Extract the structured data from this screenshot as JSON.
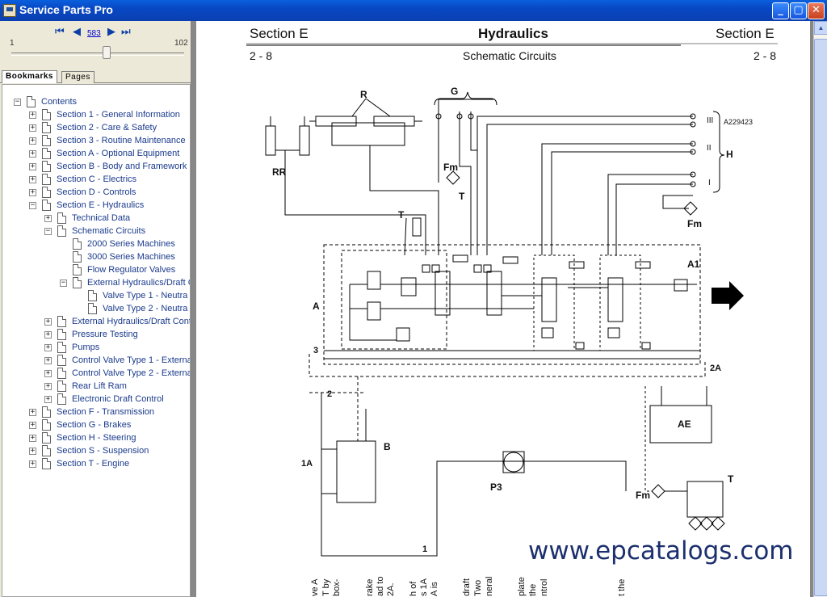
{
  "window": {
    "title": "Service Parts Pro",
    "minimize_glyph": "_",
    "maximize_glyph": "▢",
    "close_glyph": "✕"
  },
  "nav": {
    "range_min": "1",
    "range_max": "102",
    "current_page": "583",
    "slider_fraction": 0.55,
    "first_glyph": "⏮",
    "prev_glyph": "◀",
    "next_glyph": "▶",
    "last_glyph": "⏭"
  },
  "tabs": [
    {
      "label": "Bookmarks",
      "active": true
    },
    {
      "label": "Pages",
      "active": false
    }
  ],
  "tree": [
    {
      "label": "Contents",
      "level": 0,
      "toggle": "−"
    },
    {
      "label": "Section 1 - General Information",
      "level": 1,
      "toggle": "+"
    },
    {
      "label": "Section 2 - Care & Safety",
      "level": 1,
      "toggle": "+"
    },
    {
      "label": "Section 3 - Routine Maintenance",
      "level": 1,
      "toggle": "+"
    },
    {
      "label": "Section A - Optional Equipment",
      "level": 1,
      "toggle": "+"
    },
    {
      "label": "Section B - Body and Framework",
      "level": 1,
      "toggle": "+"
    },
    {
      "label": "Section C - Electrics",
      "level": 1,
      "toggle": "+"
    },
    {
      "label": "Section D - Controls",
      "level": 1,
      "toggle": "+"
    },
    {
      "label": "Section E - Hydraulics",
      "level": 1,
      "toggle": "−"
    },
    {
      "label": "Technical Data",
      "level": 2,
      "toggle": "+"
    },
    {
      "label": "Schematic Circuits",
      "level": 2,
      "toggle": "−"
    },
    {
      "label": "2000 Series Machines",
      "level": 3,
      "toggle": ""
    },
    {
      "label": "3000 Series Machines",
      "level": 3,
      "toggle": ""
    },
    {
      "label": "Flow Regulator Valves",
      "level": 3,
      "toggle": ""
    },
    {
      "label": "External Hydraulics/Draft C",
      "level": 3,
      "toggle": "−"
    },
    {
      "label": "Valve Type 1 - Neutra",
      "level": 4,
      "toggle": ""
    },
    {
      "label": "Valve Type 2 - Neutra",
      "level": 4,
      "toggle": ""
    },
    {
      "label": "External Hydraulics/Draft Cont",
      "level": 2,
      "toggle": "+"
    },
    {
      "label": "Pressure Testing",
      "level": 2,
      "toggle": "+"
    },
    {
      "label": "Pumps",
      "level": 2,
      "toggle": "+"
    },
    {
      "label": "Control Valve Type 1 - Externa",
      "level": 2,
      "toggle": "+"
    },
    {
      "label": "Control Valve Type 2 - Externa",
      "level": 2,
      "toggle": "+"
    },
    {
      "label": "Rear Lift Ram",
      "level": 2,
      "toggle": "+"
    },
    {
      "label": "Electronic Draft Control",
      "level": 2,
      "toggle": "+"
    },
    {
      "label": "Section F - Transmission",
      "level": 1,
      "toggle": "+"
    },
    {
      "label": "Section G - Brakes",
      "level": 1,
      "toggle": "+"
    },
    {
      "label": "Section H - Steering",
      "level": 1,
      "toggle": "+"
    },
    {
      "label": "Section S - Suspension",
      "level": 1,
      "toggle": "+"
    },
    {
      "label": "Section T - Engine",
      "level": 1,
      "toggle": "+"
    }
  ],
  "doc": {
    "header_left": "Section E",
    "header_center": "Hydraulics",
    "header_right": "Section E",
    "sub_left": "2 - 8",
    "sub_center": "Schematic Circuits",
    "sub_right": "2 - 8",
    "labels": {
      "R": "R",
      "G": "G",
      "H": "H",
      "RR": "RR",
      "T1": "T",
      "T2": "T",
      "T3": "T",
      "Fm1": "Fm",
      "Fm2": "Fm",
      "Fm3": "Fm",
      "A": "A",
      "A1": "A1",
      "n3": "3",
      "n2": "2",
      "n2A": "2A",
      "n1A": "1A",
      "n1": "1",
      "B": "B",
      "AE": "AE",
      "P3": "P3",
      "III": "III",
      "II": "II",
      "I": "I",
      "ref": "A229423"
    },
    "watermark": "www.epcatalogs.com"
  }
}
